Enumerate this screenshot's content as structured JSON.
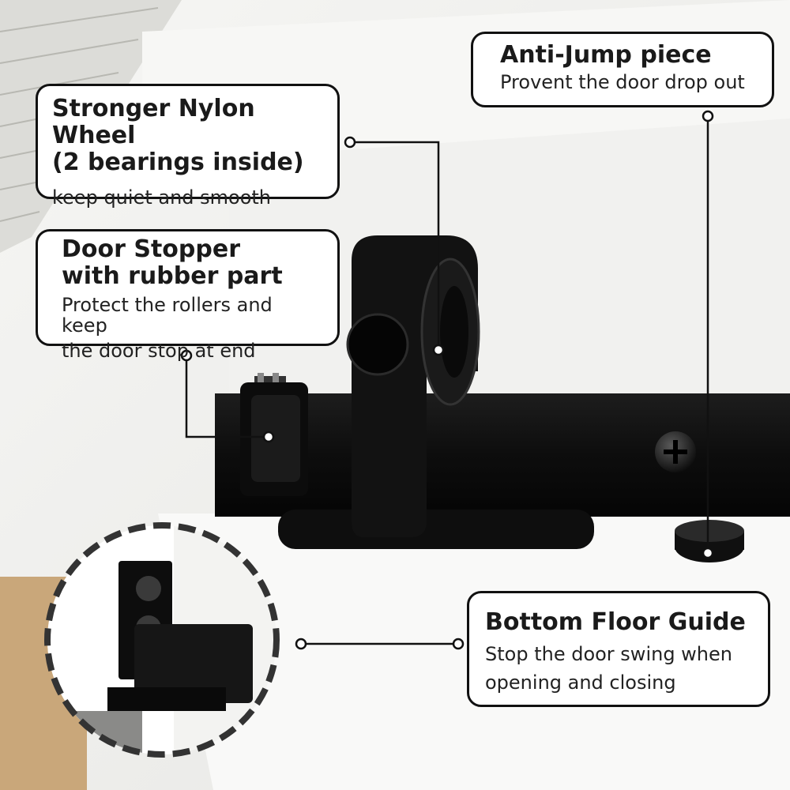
{
  "callouts": {
    "nylon_wheel": {
      "title_line1": "Stronger Nylon Wheel",
      "title_line2": "(2 bearings inside)",
      "description": "keep quiet and smooth"
    },
    "door_stopper": {
      "title_line1": "Door Stopper",
      "title_line2": "with rubber part",
      "description_line1": "Protect the rollers and keep",
      "description_line2": "the door stop at end"
    },
    "anti_jump": {
      "title": "Anti-Jump piece",
      "description": "Provent the door drop out"
    },
    "floor_guide": {
      "title": "Bottom Floor Guide",
      "description_line1": "Stop the door swing when",
      "description_line2": "opening and closing"
    }
  },
  "colors": {
    "hardware": "#111111",
    "wall": "#f3f3f1",
    "wood": "#c9a77a",
    "callout_border": "#111111",
    "callout_fill": "#ffffff"
  },
  "icons": [
    "phillips-screw-icon",
    "roller-wheel-icon",
    "floor-guide-inset-icon"
  ]
}
